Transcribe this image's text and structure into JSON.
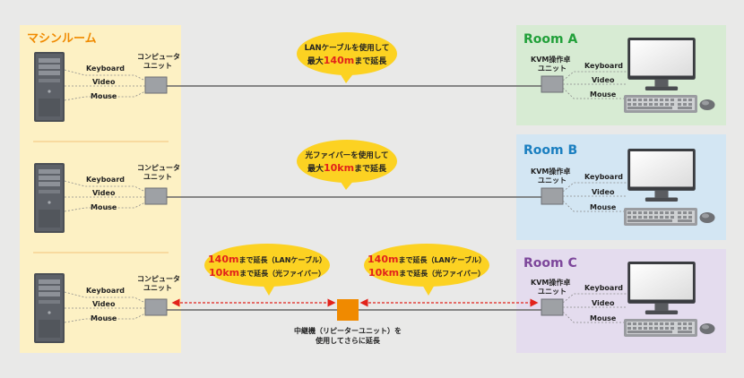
{
  "machine_room": {
    "title": "マシンルーム"
  },
  "signals": {
    "keyboard": "Keyboard",
    "video": "Video",
    "mouse": "Mouse"
  },
  "computer_unit": {
    "line1": "コンピュータ",
    "line2": "ユニット"
  },
  "kvm_unit": {
    "line1": "KVM操作卓",
    "line2": "ユニット"
  },
  "rooms": [
    {
      "name": "Room A",
      "color": "#22a03a",
      "bg": "#d7ebd3"
    },
    {
      "name": "Room B",
      "color": "#1b7fc0",
      "bg": "#d3e6f3"
    },
    {
      "name": "Room C",
      "color": "#7d479b",
      "bg": "#e4dcee"
    }
  ],
  "bubble_a": {
    "line1": "LANケーブルを使用して",
    "line2_pre": "最大",
    "line2_num": "140m",
    "line2_post": "まで延長"
  },
  "bubble_b": {
    "line1": "光ファイバーを使用して",
    "line2_pre": "最大",
    "line2_num": "10km",
    "line2_post": "まで延長"
  },
  "bubble_c": {
    "line1_num": "140m",
    "line1_rest": "まで延長（LANケーブル）",
    "line2_num": "10km",
    "line2_rest": "まで延長（光ファイバー）"
  },
  "repeater": {
    "line1": "中継機（リピーターユニット）を",
    "line2": "使用してさらに延長"
  },
  "colors": {
    "machine_bg": "#fdf1c4",
    "machine_title": "#f08a00",
    "bubble": "#fcd222",
    "accent_red": "#e2221a",
    "repeater": "#f08a00"
  }
}
